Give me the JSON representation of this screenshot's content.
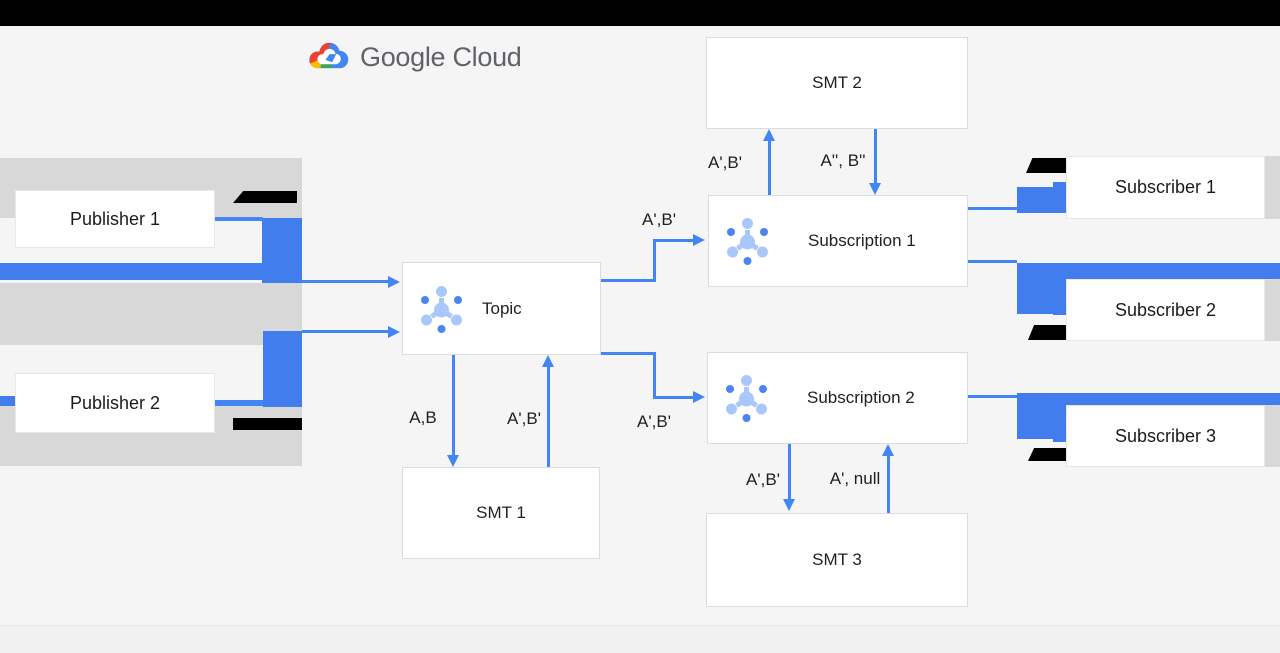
{
  "logo": {
    "text": "Google Cloud"
  },
  "nodes": {
    "topic": "Topic",
    "smt1": "SMT 1",
    "smt2": "SMT 2",
    "smt3": "SMT 3",
    "subscription1": "Subscription 1",
    "subscription2": "Subscription 2",
    "publisher1": "Publisher 1",
    "publisher2": "Publisher 2",
    "subscriber1": "Subscriber 1",
    "subscriber2": "Subscriber 2",
    "subscriber3": "Subscriber 3"
  },
  "edge_labels": {
    "topic_to_sub1": "A',B'",
    "topic_to_sub2": "A',B'",
    "topic_to_smt1": "A,B",
    "smt1_to_topic": "A',B'",
    "sub1_to_smt2": "A',B'",
    "smt2_to_sub1": "A'', B''",
    "sub2_to_smt3": "A',B'",
    "smt3_to_sub2": "A', null"
  },
  "colors": {
    "arrow_blue": "#4285f4",
    "glitch_blue": "#417ded",
    "skeleton_gray": "#d8d8d8",
    "icon_light_blue": "#a9c7fb",
    "icon_dark_blue": "#4d84ee",
    "topbar_black": "#000000",
    "background": "#f5f5f5"
  }
}
